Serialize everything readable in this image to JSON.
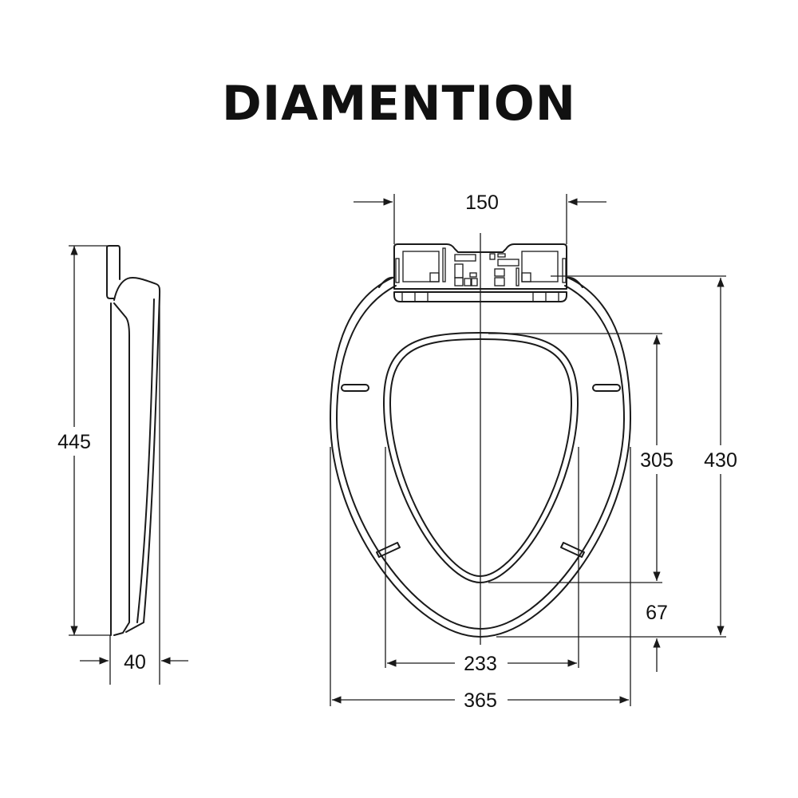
{
  "title": "DIAMENTION",
  "dimensions": {
    "hinge_width": "150",
    "side_height": "445",
    "side_thickness": "40",
    "opening_length": "305",
    "overall_length": "430",
    "front_offset": "67",
    "opening_width": "233",
    "overall_width": "365"
  },
  "colors": {
    "line": "#1a1a1a",
    "background": "#ffffff"
  }
}
